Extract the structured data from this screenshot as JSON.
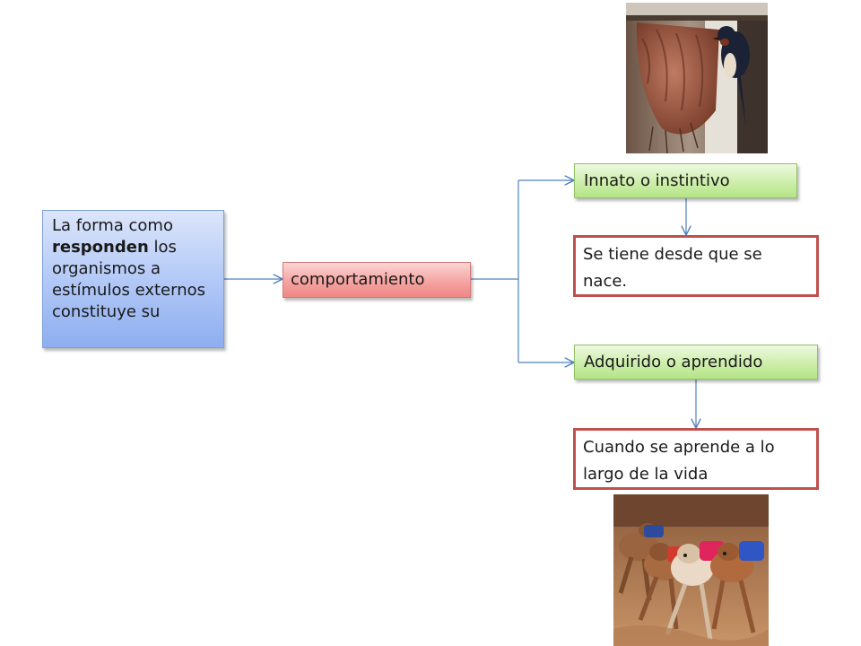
{
  "nodes": {
    "source": {
      "line1": "La forma como",
      "bold": "responden",
      "line2_rest": " los organismos a estímulos externos constituye su"
    },
    "concept": "comportamiento",
    "innate": {
      "label": "Innato o instintivo",
      "description": "Se tiene desde que se nace."
    },
    "acquired": {
      "label": "Adquirido o aprendido",
      "description": "Cuando se aprende a lo largo de la vida"
    }
  },
  "images": {
    "innate_photo": "swallow-bird-nest",
    "acquired_photo": "racing-greyhounds"
  },
  "colors": {
    "connector": "#4f81bd",
    "source_box": "#a6bff4",
    "concept_box": "#f3a19e",
    "category_box": "#c5eba0",
    "description_border": "#c0504d"
  }
}
